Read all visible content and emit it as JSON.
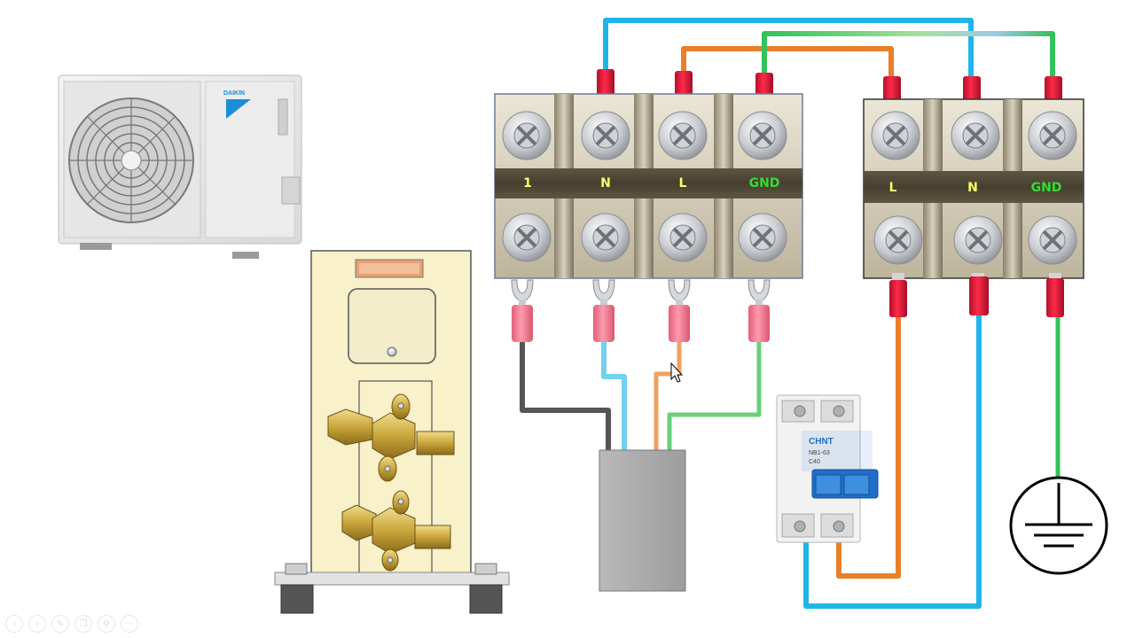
{
  "outdoor_unit": {
    "brand": "DAIKIN"
  },
  "main_terminal_block": {
    "labels": [
      "1",
      "N",
      "L",
      "GND"
    ],
    "label_colors": [
      "#ffff66",
      "#ffff66",
      "#ffff66",
      "#33dd33"
    ]
  },
  "power_terminal_block": {
    "labels": [
      "L",
      "N",
      "GND"
    ],
    "label_colors": [
      "#ffff66",
      "#ffff66",
      "#33dd33"
    ]
  },
  "breaker": {
    "brand": "CHNT",
    "model": "NB1-63",
    "rating": "C40"
  },
  "wire_colors": {
    "blue": "#1fb5e8",
    "orange": "#e87f2a",
    "green": "#33c25a",
    "dark_gray": "#555555",
    "light_blue": "#74d0f0",
    "light_orange": "#f0a060",
    "light_green": "#6ad07a"
  },
  "toolbar": {
    "icons": [
      "prev-icon",
      "next-icon",
      "pen-icon",
      "copy-icon",
      "zoom-icon",
      "more-icon"
    ],
    "glyphs": [
      "‹",
      "›",
      "✎",
      "❐",
      "⚲",
      "···"
    ]
  }
}
